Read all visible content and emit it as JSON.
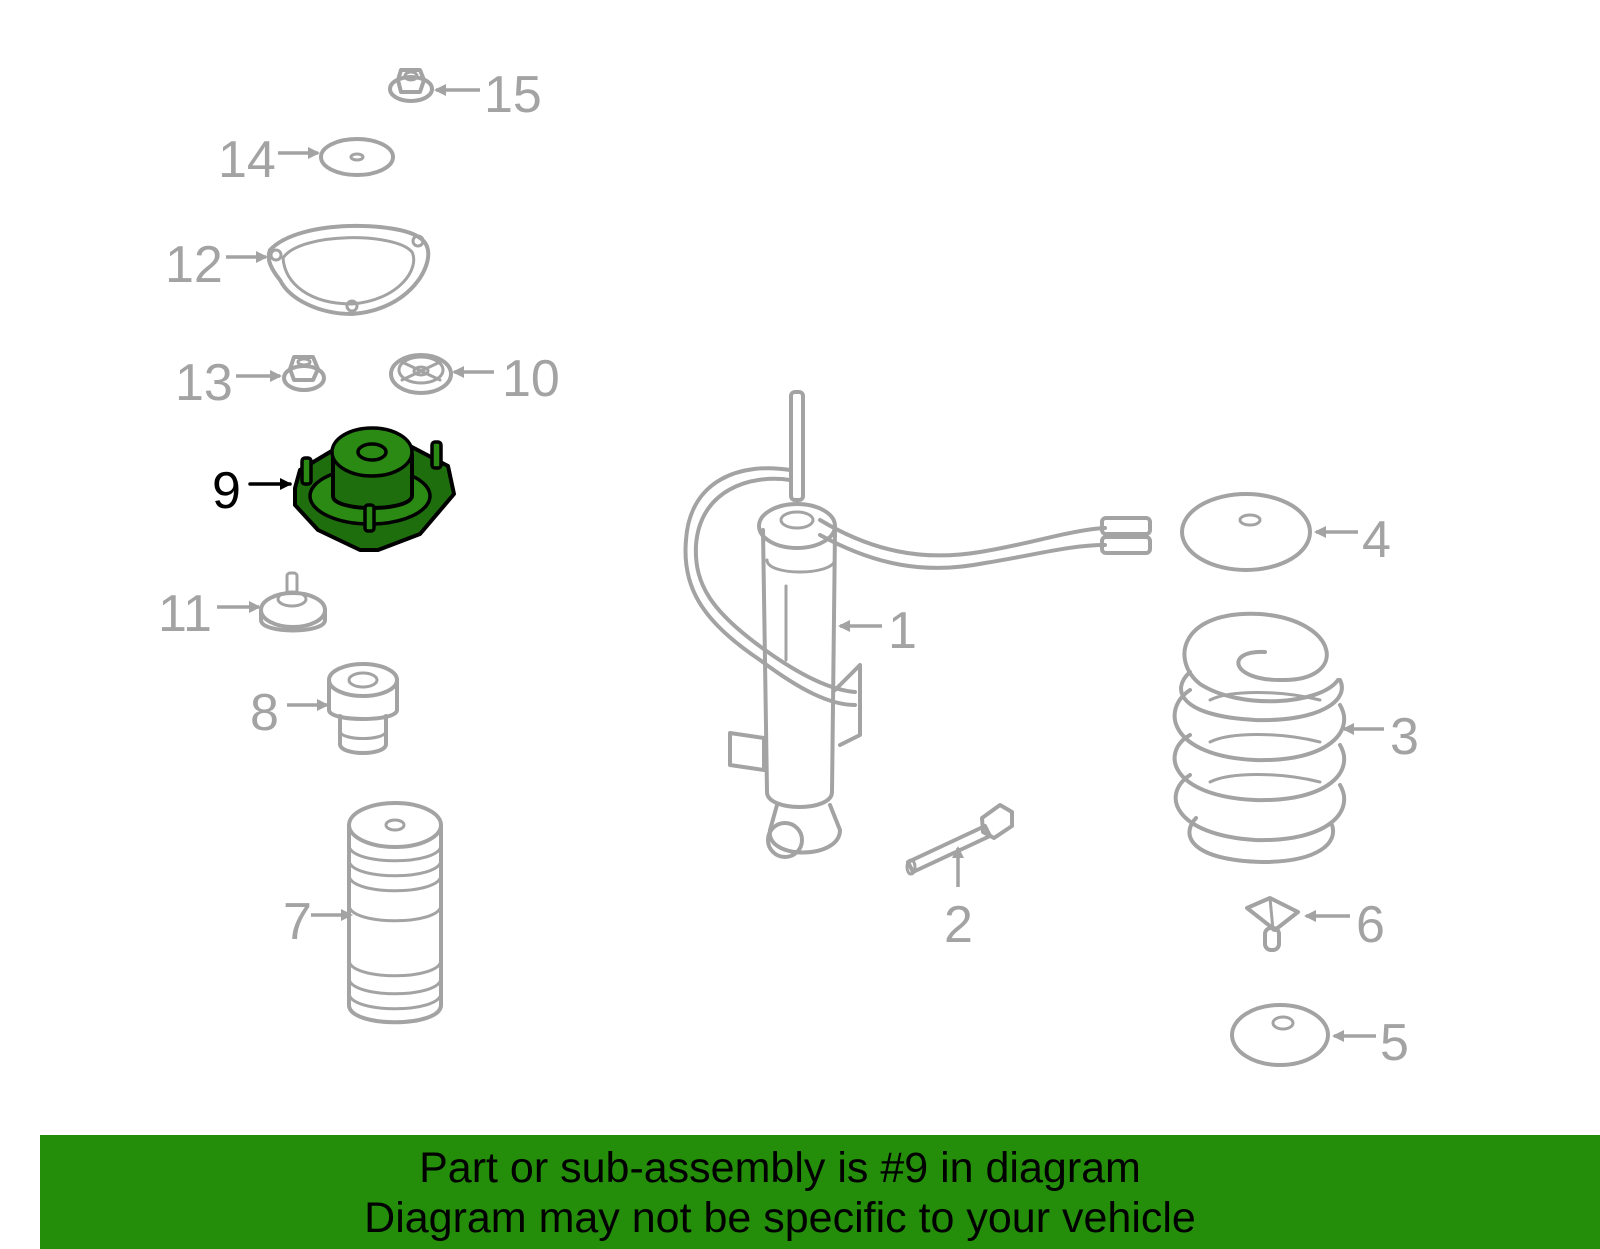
{
  "callouts": {
    "c1": "1",
    "c2": "2",
    "c3": "3",
    "c4": "4",
    "c5": "5",
    "c6": "6",
    "c7": "7",
    "c8": "8",
    "c9": "9",
    "c10": "10",
    "c11": "11",
    "c12": "12",
    "c13": "13",
    "c14": "14",
    "c15": "15"
  },
  "highlighted_part": "9",
  "colors": {
    "line_art": "#a3a3a3",
    "highlight_fill": "#1f6e0e",
    "banner_bg": "#248d0a",
    "banner_text": "#000000"
  },
  "banner": {
    "line1": "Part or sub-assembly is #9 in diagram",
    "line2": "Diagram may not be specific to your vehicle"
  }
}
